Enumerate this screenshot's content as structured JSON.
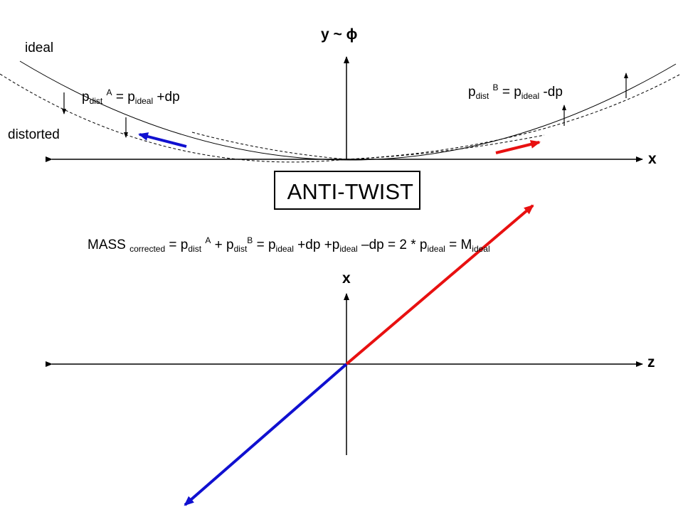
{
  "top_plot": {
    "y_axis_label": "y  ~  ϕ",
    "x_axis_label": "x",
    "ideal_label": "ideal",
    "distorted_label": "distorted",
    "left_formula": {
      "p": "p",
      "sub_dist": "dist",
      "sup_A": "A",
      "eq": " = p",
      "sub_ideal": "ideal",
      "rest": " +dp"
    },
    "right_formula": {
      "p": "p",
      "sub_dist": "dist",
      "sup_B": "B",
      "eq": " = p",
      "sub_ideal": "ideal",
      "rest": " -dp"
    }
  },
  "box_label": "ANTI-TWIST",
  "mass_formula": {
    "t1": "MASS ",
    "s1": "corrected",
    "t2": " = p",
    "s2": "dist",
    "u2": "A",
    "t3": " + p",
    "s3": "dist",
    "u3": "B",
    "t4": " = p",
    "s4": "ideal",
    "t5": " +dp  +p",
    "s5": "ideal",
    "t6": " –dp = 2  * p",
    "s6": "ideal",
    "t7": " = M",
    "s7": "ideal"
  },
  "bottom_plot": {
    "vertical_axis_label": "x",
    "horizontal_axis_label": "z"
  },
  "colors": {
    "red_arrow": "#e81010",
    "blue_arrow": "#1010d0",
    "axis": "#000000"
  }
}
